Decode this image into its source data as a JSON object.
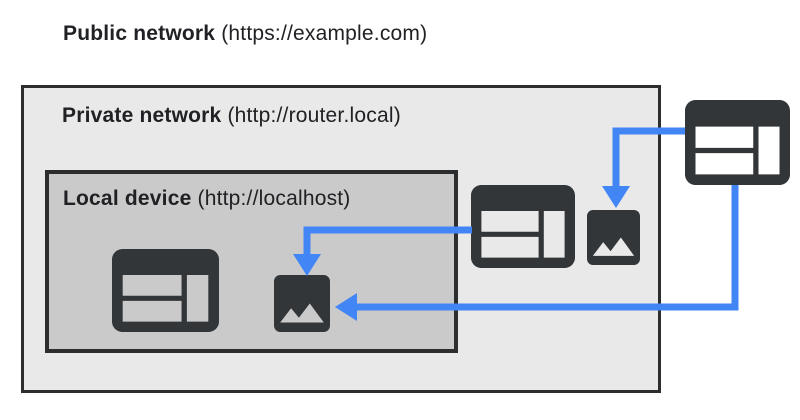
{
  "diagram": {
    "title": {
      "bold": "Public network",
      "suffix": " (https://example.com)"
    },
    "private_network": {
      "bold": "Private network",
      "suffix": " (http://router.local)"
    },
    "local_device": {
      "bold": "Local device",
      "suffix": " (http://localhost)"
    }
  },
  "icons": {
    "local_browser": "browser-window-icon",
    "local_image": "image-icon",
    "private_browser": "browser-window-icon",
    "private_image": "image-icon",
    "public_browser": "browser-window-icon"
  },
  "arrows": [
    {
      "name": "public-browser-to-private-image",
      "from": "public network browser",
      "to": "private network image",
      "direction": "down"
    },
    {
      "name": "public-browser-to-local-image",
      "from": "public network browser",
      "to": "local device image",
      "direction": "left"
    },
    {
      "name": "private-browser-to-local-image",
      "from": "private network browser",
      "to": "local device image",
      "direction": "down"
    }
  ],
  "colors": {
    "bg": "#ffffff",
    "text": "#202124",
    "border_dark": "#2b2d2f",
    "icon_dark": "#333639",
    "private_bg": "#e9e9e9",
    "local_bg": "#cacaca",
    "arrow_blue": "#4285f4"
  }
}
